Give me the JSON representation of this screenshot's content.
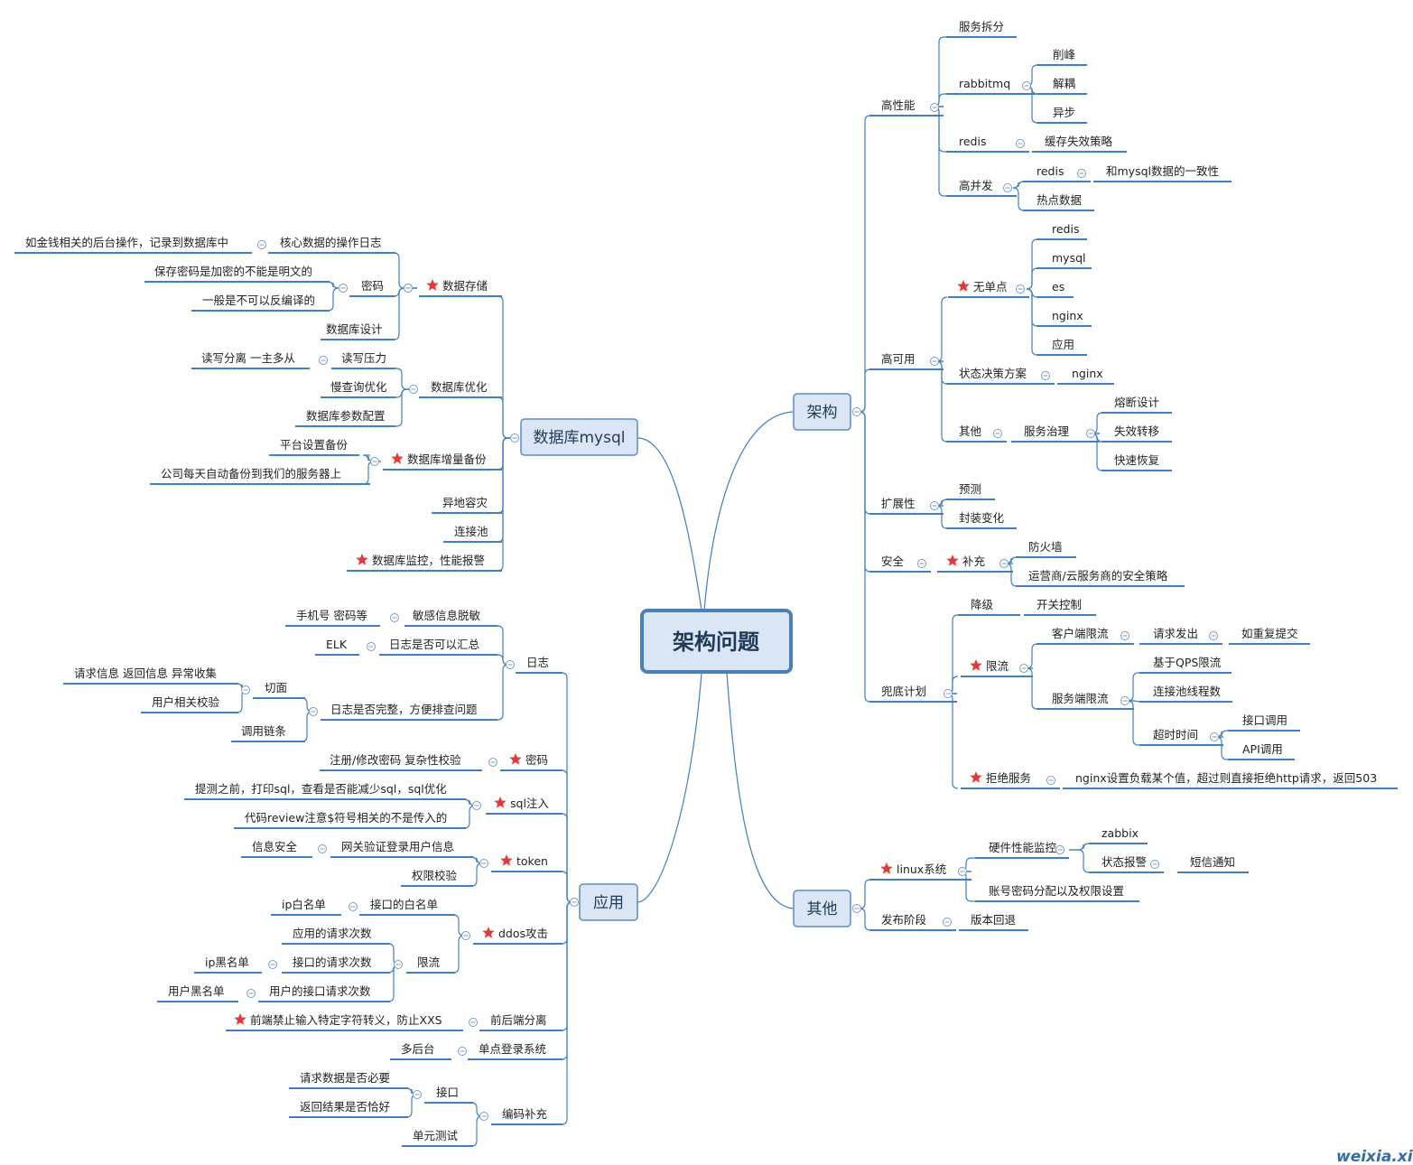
{
  "center": "架构问题",
  "watermark": "weixia.xin",
  "colors": {
    "line": "#3f7fc2",
    "box_fill": "#dae6f3",
    "box_stroke": "#5a8cc8",
    "center_stroke": "#4a7fbe",
    "star": "#e53935"
  },
  "nodes": {
    "jiagou": "架构",
    "gaoxingneng": "高性能",
    "fuwuchaifen": "服务拆分",
    "rabbitmq": "rabbitmq",
    "xuefeng": "削峰",
    "jieou": "解耦",
    "yibu": "异步",
    "redis_a": "redis",
    "huancun": "缓存失效策略",
    "gaobingfa": "高并发",
    "redis_b": "redis",
    "yizhixing": "和mysql数据的一致性",
    "redian": "热点数据",
    "gaokeyong": "高可用",
    "wudandian": "无单点",
    "du_redis": "redis",
    "du_mysql": "mysql",
    "du_es": "es",
    "du_nginx": "nginx",
    "du_yingyong": "应用",
    "zhuangtai": "状态决策方案",
    "zt_nginx": "nginx",
    "qita_a": "其他",
    "fuwuzhili": "服务治理",
    "rongduan": "熔断设计",
    "shixiao": "失效转移",
    "kuaisu": "快速恢复",
    "kuozhan": "扩展性",
    "yuce": "预测",
    "fengzhuang": "封装变化",
    "anquan": "安全",
    "buchong": "补充",
    "fanghuoqiang": "防火墙",
    "yunying": "运营商/云服务商的安全策略",
    "doudi": "兜底计划",
    "jiangji": "降级",
    "kaiguan": "开关控制",
    "xianliu_a": "限流",
    "kehuduan": "客户端限流",
    "qingqiufachu": "请求发出",
    "chongfu": "如重复提交",
    "fuwuduan": "服务端限流",
    "qps": "基于QPS限流",
    "lianjiechixc": "连接池线程数",
    "chaoshi": "超时时间",
    "jiekoudy": "接口调用",
    "apidy": "API调用",
    "jujue": "拒绝服务",
    "nginxjujue": "nginx设置负载某个值，超过则直接拒绝http请求，返回503",
    "qita": "其他",
    "linux": "linux系统",
    "yingjian": "硬件性能监控",
    "zabbix": "zabbix",
    "zhuangtaibj": "状态报警",
    "duanxin": "短信通知",
    "zhanghao": "账号密码分配以及权限设置",
    "fabu": "发布阶段",
    "huitui": "版本回退",
    "mysql": "数据库mysql",
    "cunchu": "数据存储",
    "hexin": "核心数据的操作日志",
    "jinqian": "如金钱相关的后台操作，记录到数据库中",
    "mima_db": "密码",
    "baocun": "保存密码是加密的不能是明文的",
    "bukefan": "一般是不可以反编译的",
    "sheji": "数据库设计",
    "youhua": "数据库优化",
    "duxie": "读写压力",
    "dxfenli": "读写分离 一主多从",
    "manchaxun": "慢查询优化",
    "canshu": "数据库参数配置",
    "zengliang": "数据库增量备份",
    "pingtai": "平台设置备份",
    "meitian": "公司每天自动备份到我们的服务器上",
    "yidi": "异地容灾",
    "lianjiechi": "连接池",
    "jiankong": "数据库监控，性能报警",
    "yingyong": "应用",
    "rizhi": "日志",
    "mingan": "敏感信息脱敏",
    "shouji": "手机号 密码等",
    "huizong": "日志是否可以汇总",
    "elk": "ELK",
    "wanzheng": "日志是否完整，方便排查问题",
    "qiemian": "切面",
    "qingqiuxx": "请求信息 返回信息 异常收集",
    "yonghuxg": "用户相关校验",
    "diaoyong": "调用链条",
    "mima_app": "密码",
    "zhuce": "注册/修改密码 复杂性校验",
    "sql": "sql注入",
    "tice": "提测之前，打印sql，查看是否能减少sql，sql优化",
    "review": "代码review注意$符号相关的不是传入的",
    "token": "token",
    "wangguan": "网关验证登录用户信息",
    "xinxi": "信息安全",
    "quanxian": "权限校验",
    "ddos": "ddos攻击",
    "baimingdan": "接口的白名单",
    "ipbai": "ip白名单",
    "xianliu_b": "限流",
    "yyqingqiu": "应用的请求次数",
    "jkqingqiu": "接口的请求次数",
    "iphei": "ip黑名单",
    "yhjk": "用户的接口请求次数",
    "yhhei": "用户黑名单",
    "qianhou": "前后端分离",
    "xxs": "前端禁止输入特定字符转义，防止XXS",
    "dandian": "单点登录系统",
    "duohoutai": "多后台",
    "bianma": "编码补充",
    "jiekou": "接口",
    "biyao": "请求数据是否必要",
    "qiahao": "返回结果是否恰好",
    "danyuan": "单元测试"
  }
}
